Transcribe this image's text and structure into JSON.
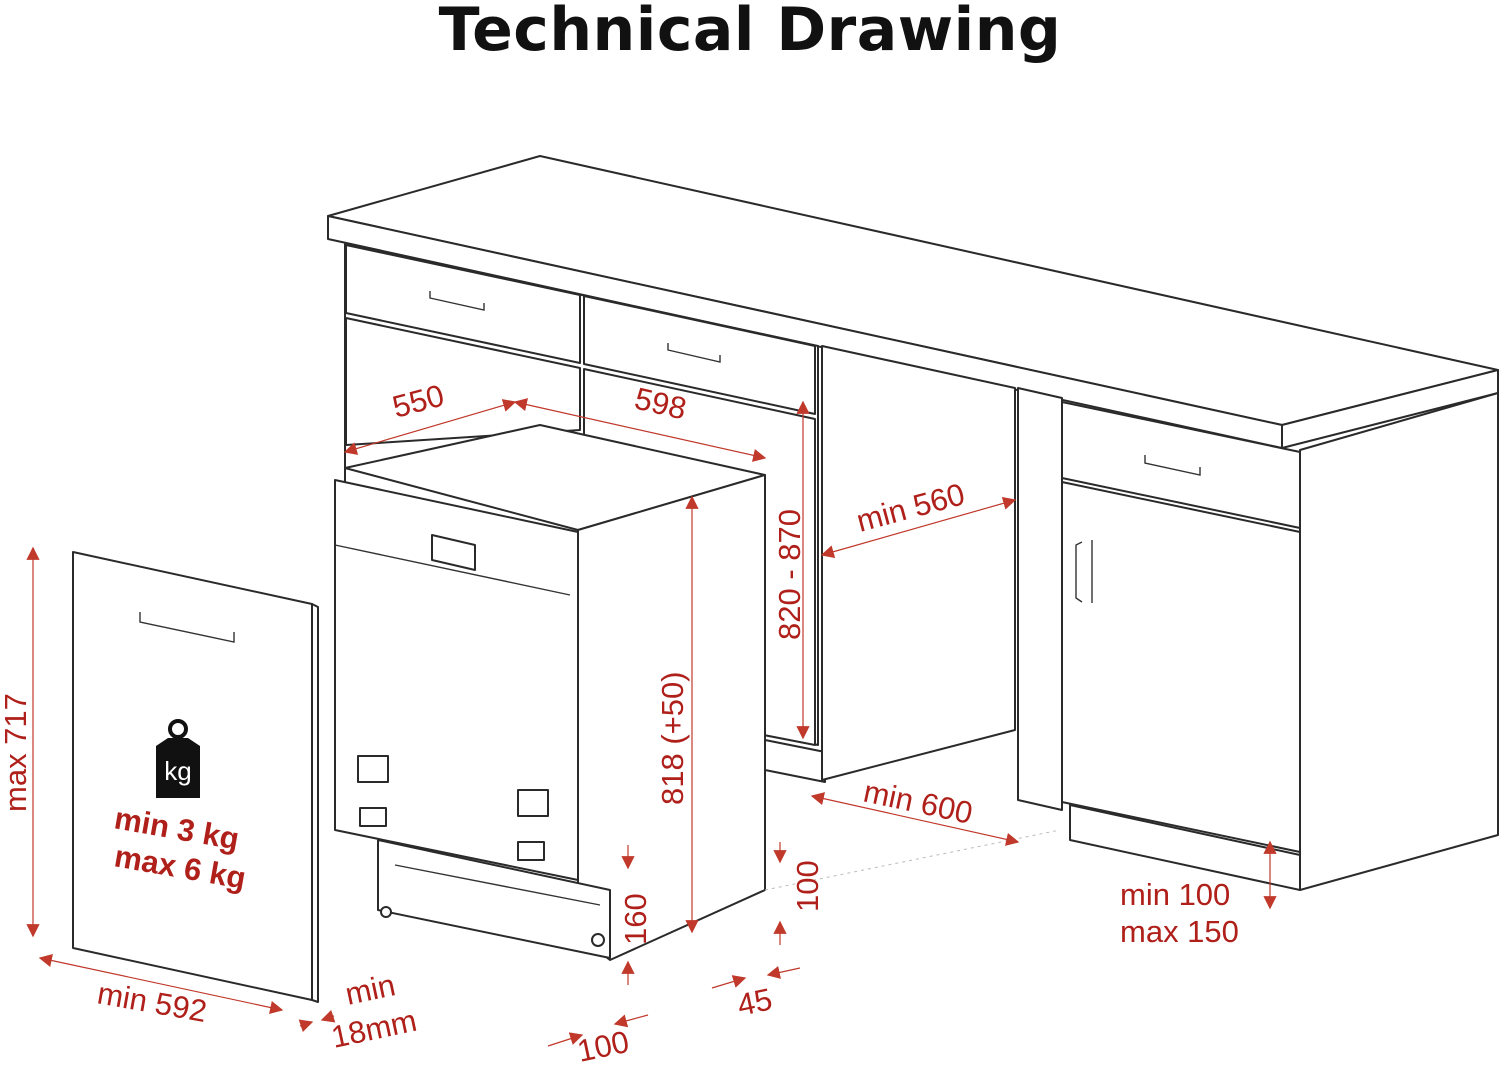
{
  "title": "Technical Drawing",
  "colors": {
    "dimension": "#b0201a",
    "outline": "#2a2a2a"
  },
  "dimensions": {
    "depth": "550",
    "width": "598",
    "niche_height": "820 - 870",
    "niche_depth": "min 560",
    "appliance_height": "818 (+50)",
    "niche_width": "min 600",
    "panel_height": "max 717",
    "panel_width": "min 592",
    "panel_thickness_a": "min",
    "panel_thickness_b": "18mm",
    "plinth_height": "160",
    "plinth_offset": "100",
    "plinth_gap": "45",
    "foot_depth": "100",
    "plinth_range_a": "min 100",
    "plinth_range_b": "max 150"
  },
  "weight": {
    "icon": "weight-icon",
    "icon_label": "kg",
    "min": "min 3 kg",
    "max": "max 6 kg"
  }
}
